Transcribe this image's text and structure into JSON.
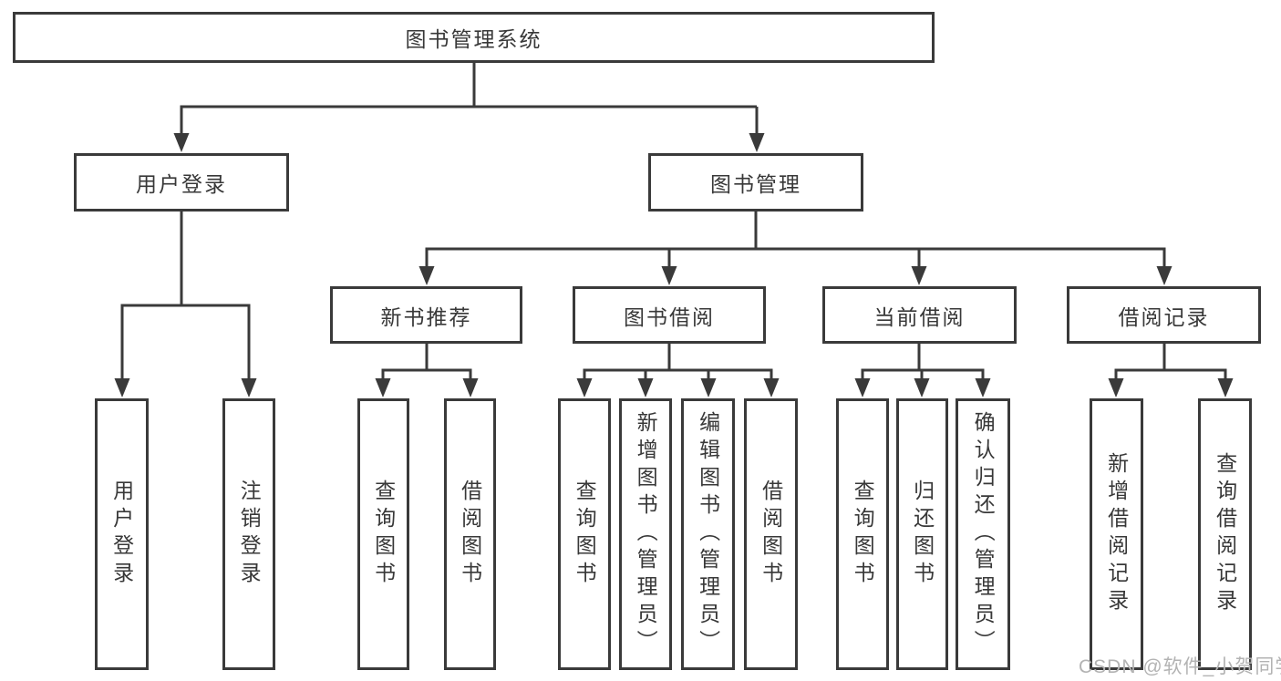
{
  "colors": {
    "line": "#3a3a3a",
    "box_border": "#3a3a3a",
    "text": "#383838",
    "watermark": "#b3b3b3",
    "background": "#ffffff"
  },
  "tree": {
    "root": {
      "label": "图书管理系统"
    },
    "branches": [
      {
        "label": "用户登录",
        "leaves": [
          "用户登录",
          "注销登录"
        ]
      },
      {
        "label": "图书管理",
        "groups": [
          {
            "label": "新书推荐",
            "leaves": [
              "查询图书",
              "借阅图书"
            ]
          },
          {
            "label": "图书借阅",
            "leaves": [
              "查询图书",
              "新增图书（管理员）",
              "编辑图书（管理员）",
              "借阅图书"
            ]
          },
          {
            "label": "当前借阅",
            "leaves": [
              "查询图书",
              "归还图书",
              "确认归还（管理员）"
            ]
          },
          {
            "label": "借阅记录",
            "leaves": [
              "新增借阅记录",
              "查询借阅记录"
            ]
          }
        ]
      }
    ]
  },
  "watermark": {
    "text": "CSDN @软件_小贺同学"
  }
}
